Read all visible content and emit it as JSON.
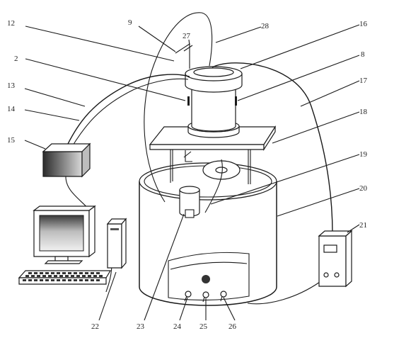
{
  "labels": {
    "l2": "2",
    "l8": "8",
    "l9": "9",
    "l12": "12",
    "l13": "13",
    "l14": "14",
    "l15": "15",
    "l16": "16",
    "l17": "17",
    "l18": "18",
    "l19": "19",
    "l20": "20",
    "l21": "21",
    "l22": "22",
    "l23": "23",
    "l24": "24",
    "l25": "25",
    "l26": "26",
    "l27": "27",
    "l28": "28"
  },
  "colors": {
    "line": "#1a1a1a",
    "screen_dark": "#3a3a3a",
    "screen_light": "#f0f0f0",
    "box_dark": "#2b2b2b",
    "box_light": "#d8d8d8"
  }
}
